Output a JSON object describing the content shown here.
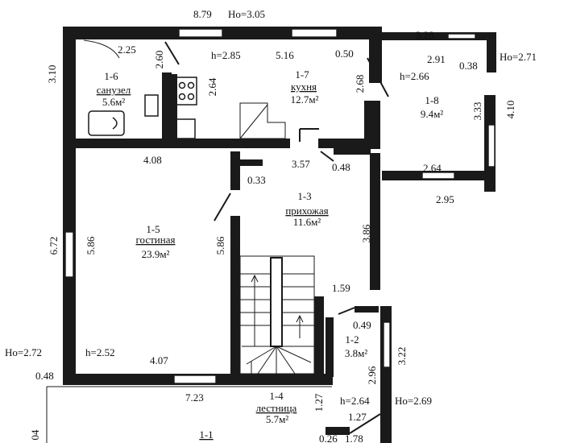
{
  "rooms": {
    "r1_1": {
      "code": "1-1"
    },
    "r1_2": {
      "code": "1-2",
      "area": "3.8м²"
    },
    "r1_3": {
      "code": "1-3",
      "name": "прихожая",
      "area": "11.6м²"
    },
    "r1_4": {
      "code": "1-4",
      "name": "лестница",
      "area": "5.7м²"
    },
    "r1_5": {
      "code": "1-5",
      "name": "гостиная",
      "area": "23.9м²"
    },
    "r1_6": {
      "code": "1-6",
      "name": "санузел",
      "area": "5.6м²"
    },
    "r1_7": {
      "code": "1-7",
      "name": "кухня",
      "area": "12.7м²"
    },
    "r1_8": {
      "code": "1-8",
      "area": "9.4м²"
    }
  },
  "dimensions": {
    "top_879": "8.79",
    "ho_305": "Ho=3.05",
    "d225": "2.25",
    "d260": "2.60",
    "h285": "h=2.85",
    "d516": "5.16",
    "d050": "0.50",
    "d264_kitchen": "2.64",
    "d268": "2.68",
    "d310": "3.10",
    "d328": "3.28",
    "d291": "2.91",
    "d038": "0.38",
    "ho_271": "Ho=2.71",
    "h266": "h=2.66",
    "d333": "3.33",
    "d410": "4.10",
    "d264_veranda": "2.64",
    "d295": "2.95",
    "d408": "4.08",
    "d357": "3.57",
    "d048_hall": "0.48",
    "d033": "0.33",
    "d672": "6.72",
    "d586_left": "5.86",
    "d586_right": "5.86",
    "d386": "3.86",
    "d159": "1.59",
    "d049": "0.49",
    "ho_272": "Ho=2.72",
    "h252": "h=2.52",
    "d407": "4.07",
    "d048_left": "0.48",
    "d723": "7.23",
    "d322": "3.22",
    "d296": "2.96",
    "h264": "h=2.64",
    "ho_269": "Ho=2.69",
    "d127_a": "1.27",
    "d127_b": "1.27",
    "d026": "0.26",
    "d178": "1.78",
    "d04": "04"
  }
}
